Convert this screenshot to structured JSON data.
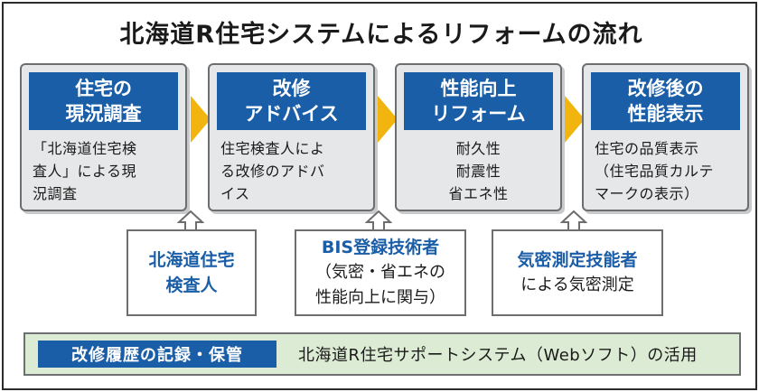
{
  "title": "北海道R住宅システムによるリフォームの流れ",
  "steps": [
    {
      "head": [
        "住宅の",
        "現況調査"
      ],
      "body": [
        "「北海道住宅検",
        "査人」による現",
        "況調査"
      ]
    },
    {
      "head": [
        "改修",
        "アドバイス"
      ],
      "body": [
        "住宅検査人によ",
        "る改修のアドバ",
        "イス"
      ]
    },
    {
      "head": [
        "性能向上",
        "リフォーム"
      ],
      "body": [
        "耐久性",
        "耐震性",
        "省エネ性"
      ]
    },
    {
      "head": [
        "改修後の",
        "性能表示"
      ],
      "body": [
        "住宅の品質表示",
        "（住宅品質カルテ",
        "マークの表示）"
      ]
    }
  ],
  "callouts": [
    {
      "title": [
        "北海道住宅",
        "検査人"
      ],
      "text": []
    },
    {
      "title": [
        "BIS登録技術者"
      ],
      "text": [
        "（気密・省エネの",
        "性能向上に関与）"
      ]
    },
    {
      "title": [
        "気密測定技能者"
      ],
      "text": [
        "による気密測定"
      ]
    }
  ],
  "bottom": {
    "label": "改修履歴の記録・保管",
    "text": "北海道R住宅サポートシステム（Webソフト）の活用"
  },
  "colors": {
    "accent_blue": "#1b5ea8",
    "arrow_yellow": "#f2b40f",
    "bottom_green": "#dcebd3",
    "box_gray": "#e6e7e8"
  }
}
